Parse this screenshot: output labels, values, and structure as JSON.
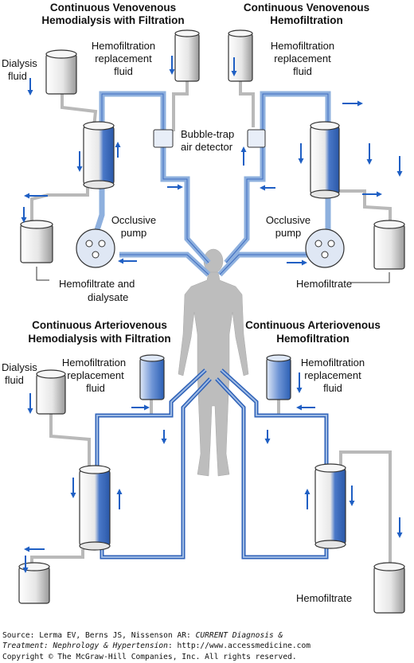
{
  "panels": {
    "cvvhdf": {
      "title_line1": "Continuous Venovenous",
      "title_line2": "Hemodialysis with Filtration",
      "dialysis_fluid_1": "Dialysis",
      "dialysis_fluid_2": "fluid",
      "replacement_1": "Hemofiltration",
      "replacement_2": "replacement",
      "replacement_3": "fluid",
      "bubble_trap_1": "Bubble-trap",
      "bubble_trap_2": "air detector",
      "pump_1": "Occlusive",
      "pump_2": "pump",
      "output_1": "Hemofiltrate and",
      "output_2": "dialysate"
    },
    "cvvh": {
      "title_line1": "Continuous Venovenous",
      "title_line2": "Hemofiltration",
      "replacement_1": "Hemofiltration",
      "replacement_2": "replacement",
      "replacement_3": "fluid",
      "pump_1": "Occlusive",
      "pump_2": "pump",
      "output": "Hemofiltrate"
    },
    "cavhdf": {
      "title_line1": "Continuous Arteriovenous",
      "title_line2": "Hemodialysis with Filtration",
      "dialysis_fluid_1": "Dialysis",
      "dialysis_fluid_2": "fluid",
      "replacement_1": "Hemofiltration",
      "replacement_2": "replacement",
      "replacement_3": "fluid"
    },
    "cavh": {
      "title_line1": "Continuous Arteriovenous",
      "title_line2": "Hemofiltration",
      "replacement_1": "Hemofiltration",
      "replacement_2": "replacement",
      "replacement_3": "fluid",
      "output": "Hemofiltrate"
    }
  },
  "footer": {
    "source_prefix": "Source: Lerma EV, Berns JS, Nissenson AR: ",
    "source_italic_1": "CURRENT Diagnosis &",
    "source_italic_2": "Treatment: Nephrology & Hypertension",
    "source_suffix": ": http://www.accessmedicine.com",
    "copyright": "Copyright © The McGraw-Hill Companies, Inc. All rights reserved."
  },
  "colors": {
    "blood_tube": "#8fb0dc",
    "blood_tube_dark": "#2f62b8",
    "arrow": "#1f5fc4",
    "fluid_tube": "#c8c8c8",
    "container_fill": "#f2f2f2",
    "container_stroke": "#333333",
    "filter_blue": "#4a78c8",
    "body_gray": "#c0c0c0"
  }
}
